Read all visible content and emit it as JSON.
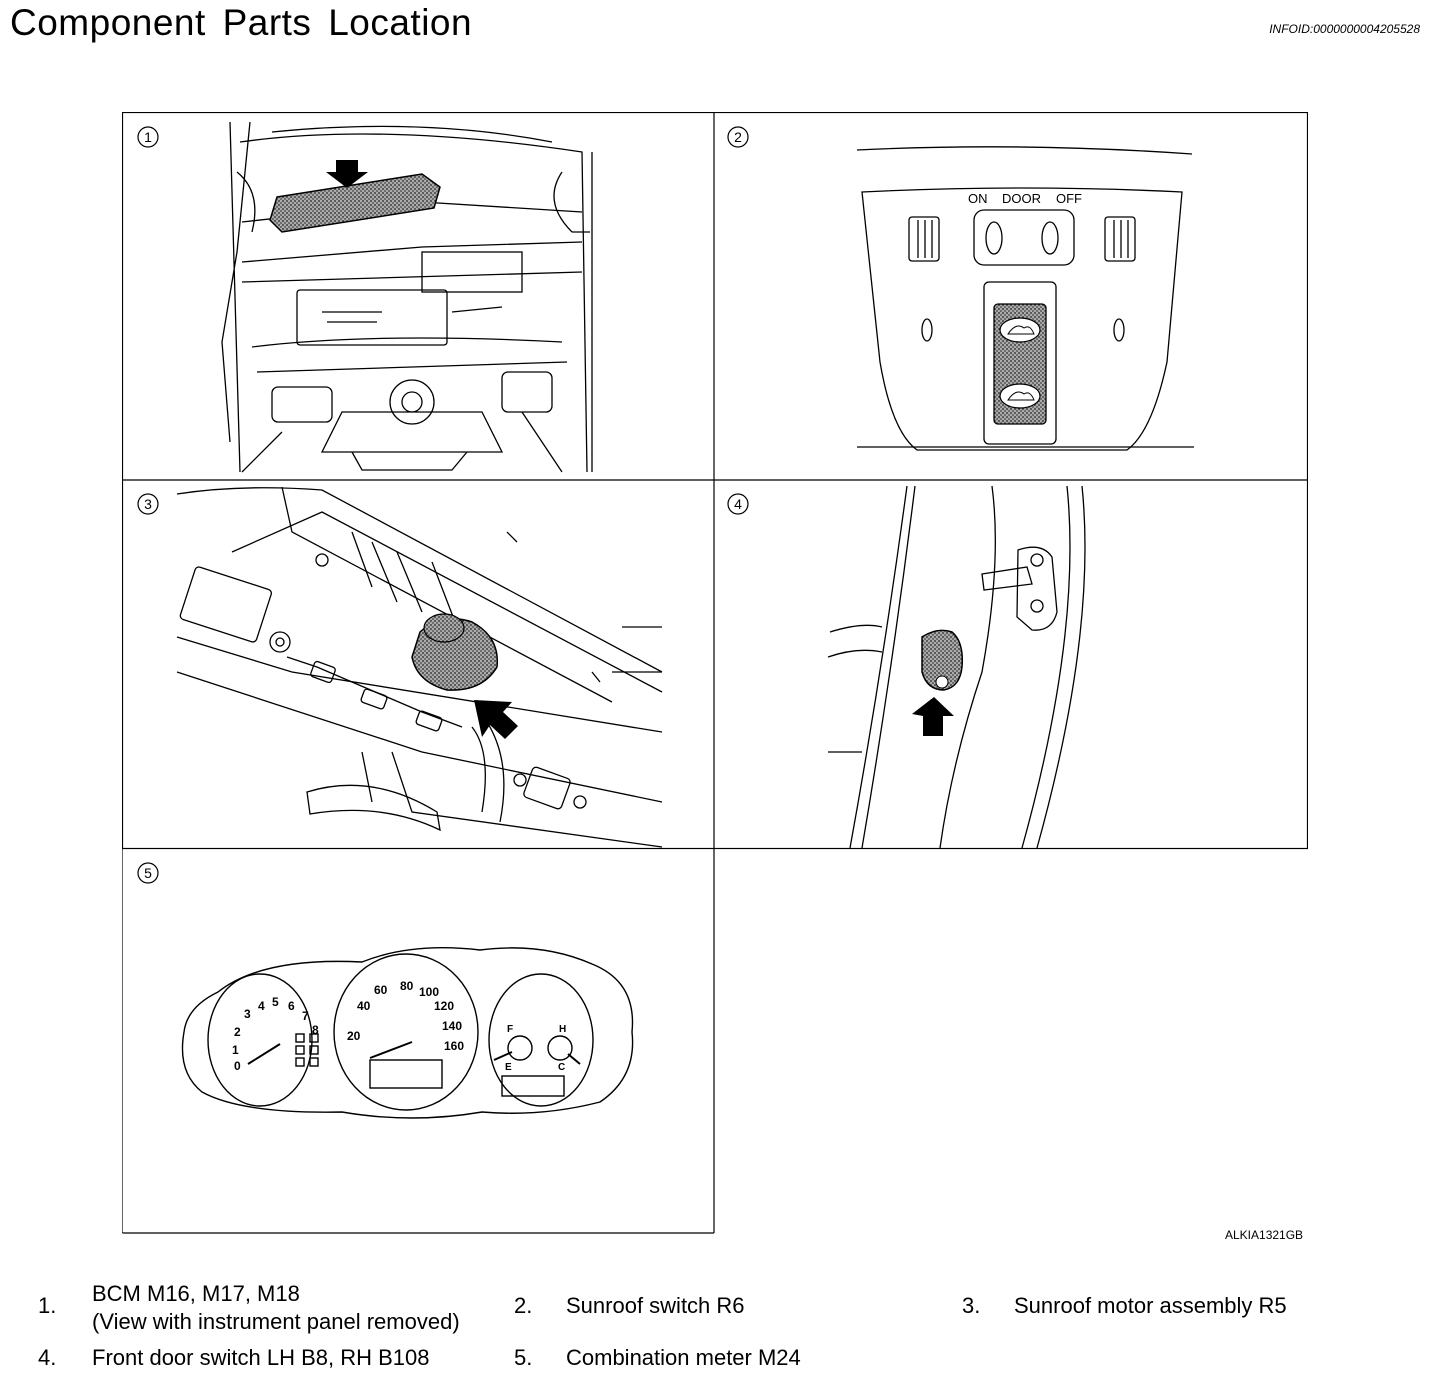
{
  "page": {
    "title": "Component Parts Location",
    "info_id": "INFOID:0000000004205528",
    "figure_code": "ALKIA1321GB"
  },
  "panels": [
    {
      "number": "1",
      "drawing": "bcm-under-instrument-panel"
    },
    {
      "number": "2",
      "drawing": "sunroof-switch-map-lamp"
    },
    {
      "number": "3",
      "drawing": "sunroof-motor-roof-header"
    },
    {
      "number": "4",
      "drawing": "front-door-switch-pillar"
    },
    {
      "number": "5",
      "drawing": "combination-meter"
    }
  ],
  "switch_labels": {
    "on": "ON",
    "door": "DOOR",
    "off": "OFF"
  },
  "meter": {
    "tach_ticks": [
      "0",
      "1",
      "2",
      "3",
      "4",
      "5",
      "6",
      "7",
      "8"
    ],
    "speed_ticks": [
      "20",
      "40",
      "60",
      "80",
      "100",
      "120",
      "140",
      "160"
    ],
    "fuel_full": "F",
    "fuel_empty": "E",
    "temp_hot": "H",
    "temp_cold": "C"
  },
  "legend": [
    {
      "number": "1.",
      "text": "BCM  M16, M17, M18",
      "text2": "(View with instrument panel removed)"
    },
    {
      "number": "2.",
      "text": "Sunroof switch R6"
    },
    {
      "number": "3.",
      "text": "Sunroof motor assembly R5"
    },
    {
      "number": "4.",
      "text": "Front door switch LH B8, RH B108"
    },
    {
      "number": "5.",
      "text": "Combination meter M24"
    }
  ]
}
